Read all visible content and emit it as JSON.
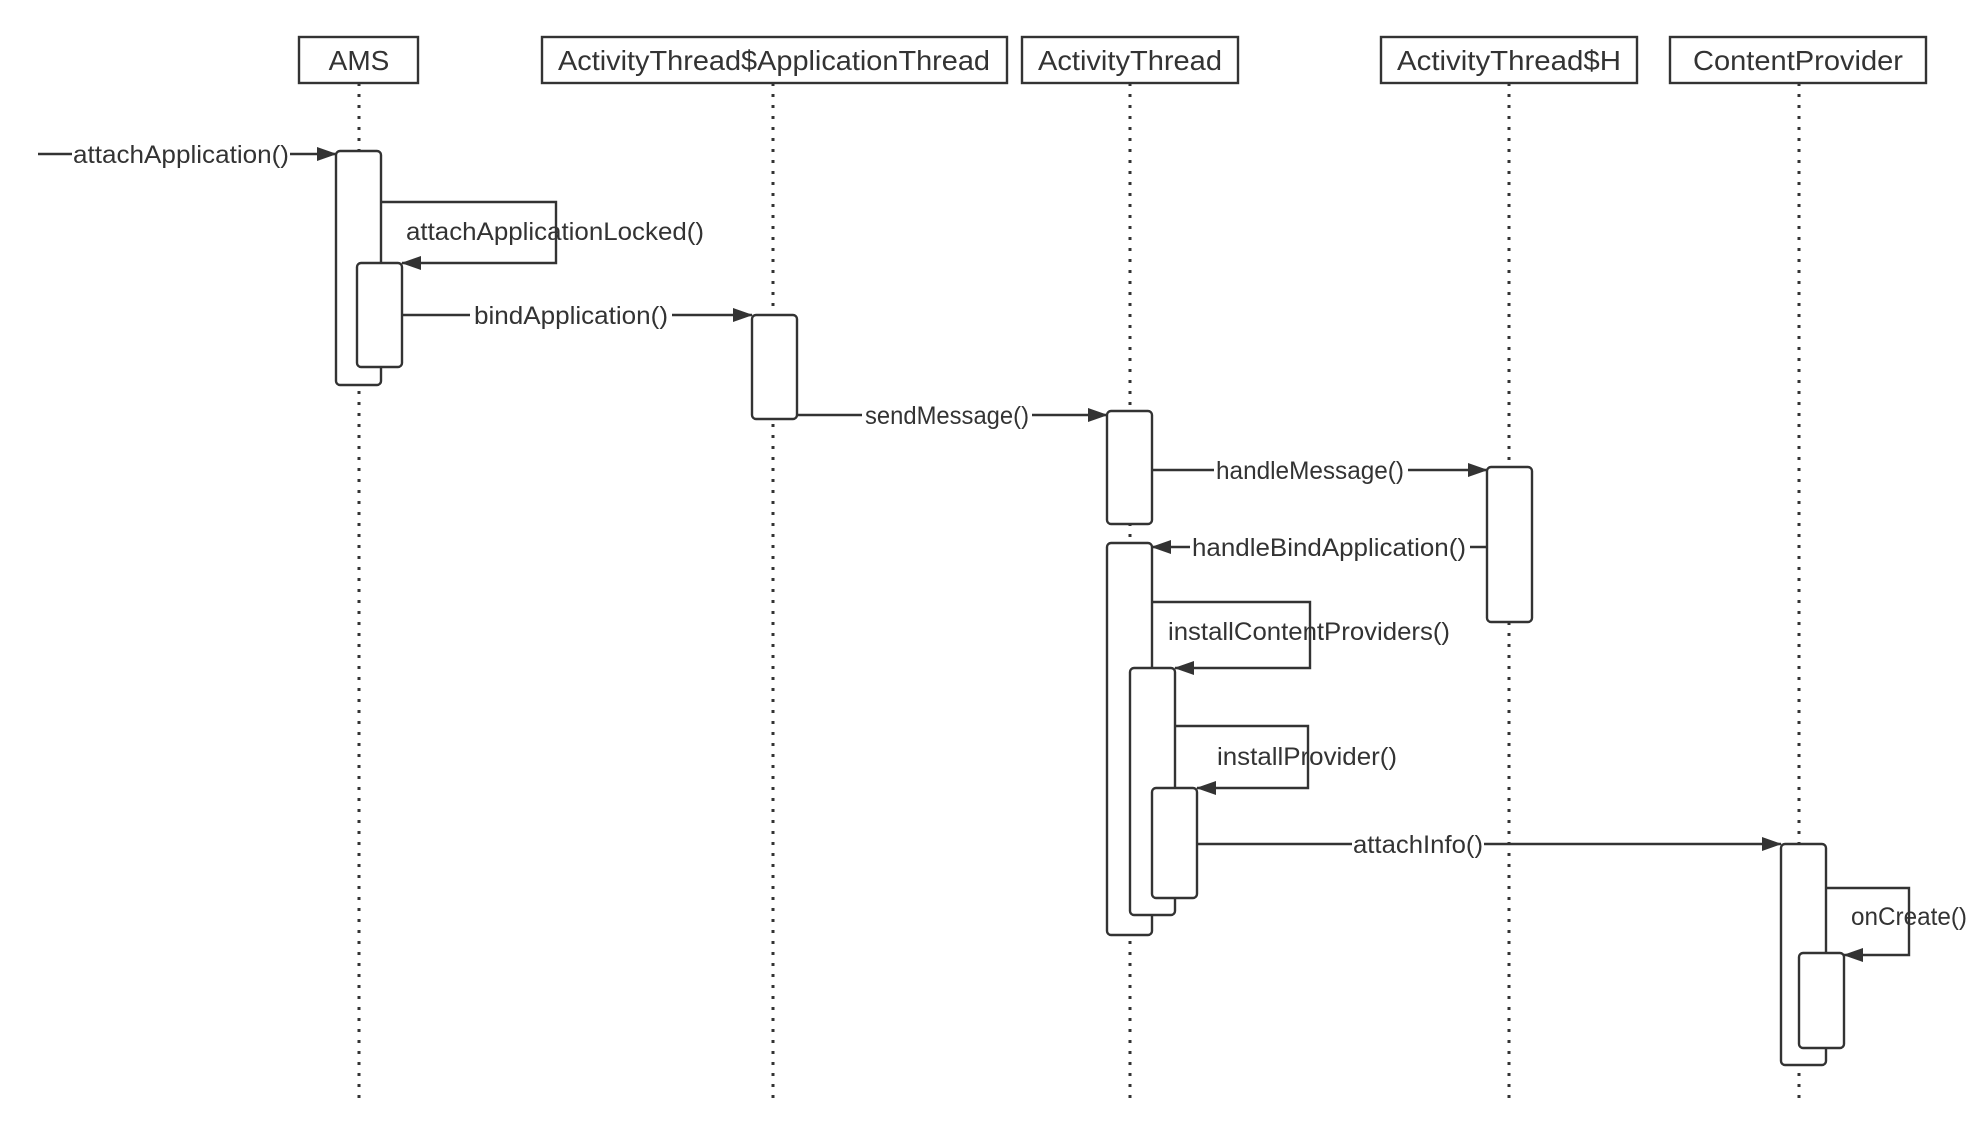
{
  "diagram": {
    "type": "sequence",
    "participants": [
      {
        "id": "ams",
        "label": "AMS"
      },
      {
        "id": "at_app_thread",
        "label": "ActivityThread$ApplicationThread"
      },
      {
        "id": "activity_thread",
        "label": "ActivityThread"
      },
      {
        "id": "at_h",
        "label": "ActivityThread$H"
      },
      {
        "id": "content_provider",
        "label": "ContentProvider"
      }
    ],
    "messages": [
      {
        "label": "attachApplication()",
        "from": null,
        "to": "ams"
      },
      {
        "label": "attachApplicationLocked()",
        "from": "ams",
        "to": "ams"
      },
      {
        "label": "bindApplication()",
        "from": "ams",
        "to": "at_app_thread"
      },
      {
        "label": "sendMessage()",
        "from": "at_app_thread",
        "to": "activity_thread"
      },
      {
        "label": "handleMessage()",
        "from": "activity_thread",
        "to": "at_h"
      },
      {
        "label": "handleBindApplication()",
        "from": "at_h",
        "to": "activity_thread"
      },
      {
        "label": "installContentProviders()",
        "from": "activity_thread",
        "to": "activity_thread"
      },
      {
        "label": "installProvider()",
        "from": "activity_thread",
        "to": "activity_thread"
      },
      {
        "label": "attachInfo()",
        "from": "activity_thread",
        "to": "content_provider"
      },
      {
        "label": "onCreate()",
        "from": "content_provider",
        "to": "content_provider"
      }
    ]
  },
  "colors": {
    "line": "#333333",
    "background": "#ffffff"
  }
}
